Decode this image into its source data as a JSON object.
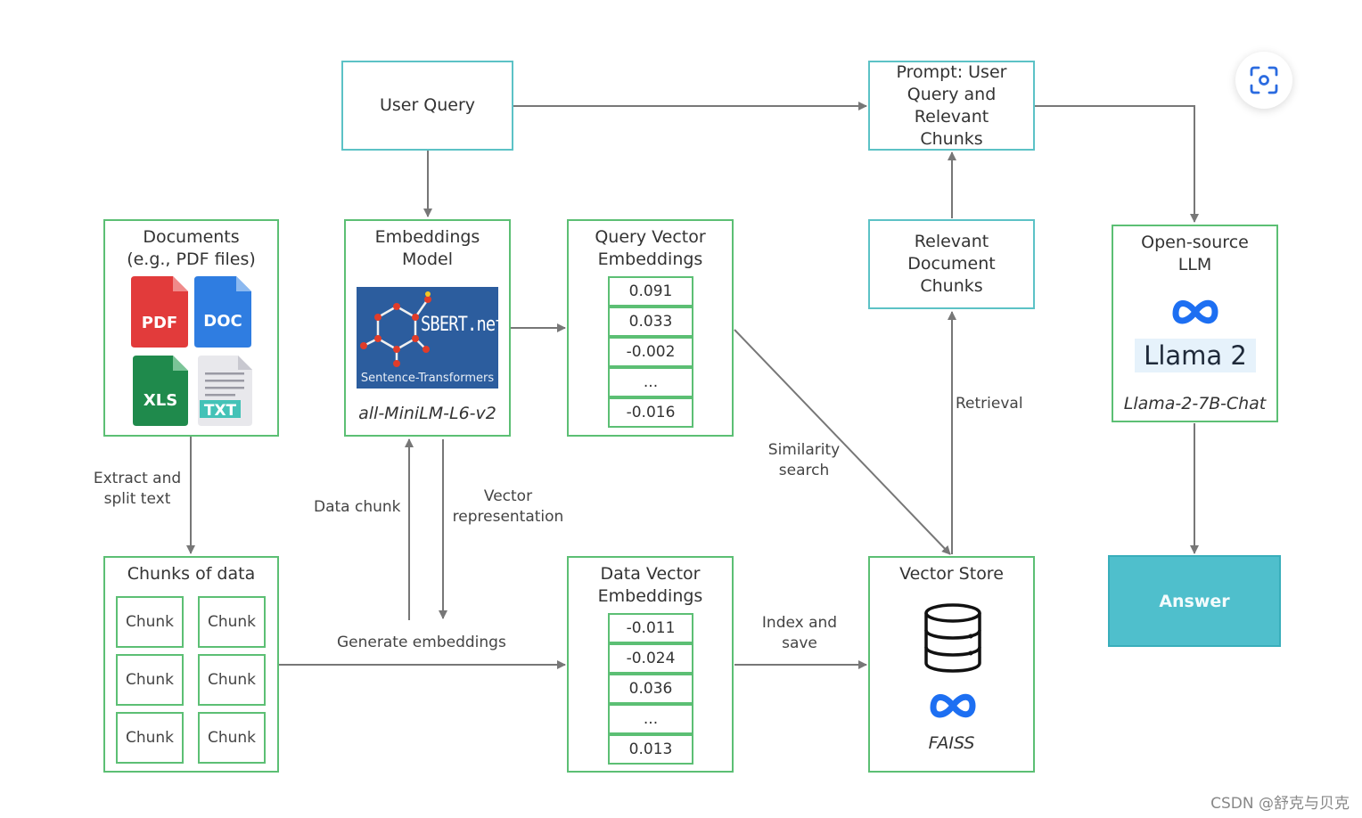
{
  "nodes": {
    "user_query": "User Query",
    "prompt": "Prompt: User Query and Relevant Chunks",
    "documents_title": "Documents",
    "documents_subtitle": "(e.g., PDF files)",
    "file_icons": [
      "PDF",
      "DOC",
      "XLS",
      "TXT"
    ],
    "embeddings_title": "Embeddings Model",
    "sbert_logo_text": "SBERT.net",
    "sbert_caption": "Sentence-Transformers",
    "embeddings_model_name": "all-MiniLM-L6-v2",
    "query_vector_title": "Query Vector Embeddings",
    "query_vector_values": [
      "0.091",
      "0.033",
      "-0.002",
      "...",
      "-0.016"
    ],
    "relevant_chunks": "Relevant Document Chunks",
    "llm_title": "Open-source LLM",
    "llama_label": "Llama 2",
    "llm_model_name": "Llama-2-7B-Chat",
    "chunks_title": "Chunks of data",
    "chunk_label": "Chunk",
    "data_vector_title": "Data Vector Embeddings",
    "data_vector_values": [
      "-0.011",
      "-0.024",
      "0.036",
      "...",
      "0.013"
    ],
    "vector_store_title": "Vector Store",
    "faiss_label": "FAISS",
    "answer": "Answer"
  },
  "edge_labels": {
    "extract_split": "Extract and split text",
    "data_chunk": "Data chunk",
    "vector_representation": "Vector representation",
    "generate_embeddings": "Generate embeddings",
    "similarity_search": "Similarity search",
    "index_save": "Index and save",
    "retrieval": "Retrieval"
  },
  "colors": {
    "green_border": "#5cbf74",
    "teal_border": "#5cc2c6",
    "arrow": "#777777",
    "answer_fill": "#4fbfcc",
    "meta_blue": "#1d6ff2"
  },
  "watermark": "CSDN @舒克与贝克"
}
